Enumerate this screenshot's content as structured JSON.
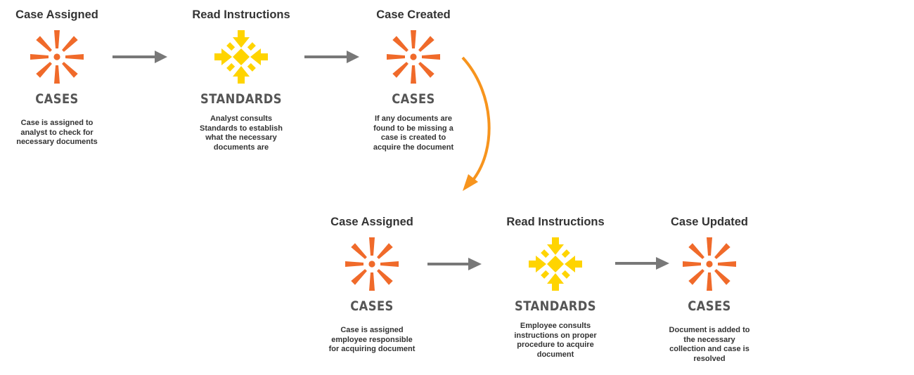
{
  "colors": {
    "cases_accent": "#f06a2a",
    "standards_accent": "#ffd400",
    "connector_arrow": "#787878",
    "curved_arrow": "#f7941d"
  },
  "steps": [
    {
      "title": "Case Assigned",
      "brand": "CASES",
      "icon": "cases-burst-icon",
      "desc": "Case is assigned to analyst to check for necessary documents"
    },
    {
      "title": "Read Instructions",
      "brand": "STANDARDS",
      "icon": "standards-arrows-icon",
      "desc": "Analyst consults Standards to establish what the necessary documents are"
    },
    {
      "title": "Case Created",
      "brand": "CASES",
      "icon": "cases-burst-icon",
      "desc": "If any documents are found to be missing a case is created to acquire the document"
    },
    {
      "title": "Case Assigned",
      "brand": "CASES",
      "icon": "cases-burst-icon",
      "desc": "Case is assigned employee responsible for acquiring document"
    },
    {
      "title": "Read Instructions",
      "brand": "STANDARDS",
      "icon": "standards-arrows-icon",
      "desc": "Employee consults instructions on proper procedure to acquire document"
    },
    {
      "title": "Case Updated",
      "brand": "CASES",
      "icon": "cases-burst-icon",
      "desc": "Document is added to the necessary collection and case is resolved"
    }
  ]
}
